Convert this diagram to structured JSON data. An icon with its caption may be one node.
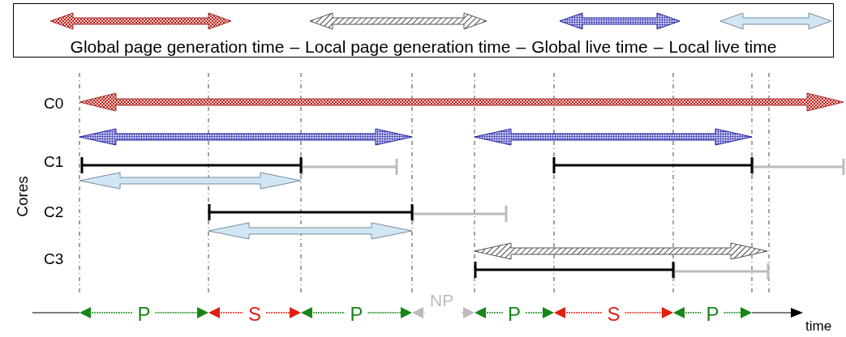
{
  "diagram": {
    "labels": [
      "–",
      "–",
      "–",
      "C0",
      "C1",
      "C2",
      "C3",
      "Cores",
      "P",
      "S",
      "P",
      "NP",
      "P",
      "S",
      "P",
      "time"
    ],
    "legend": [
      {
        "text": "Global page generation time"
      },
      {
        "text": "Local page generation time"
      },
      {
        "text": "Global live time"
      },
      {
        "text": "Local live time"
      }
    ]
  }
}
